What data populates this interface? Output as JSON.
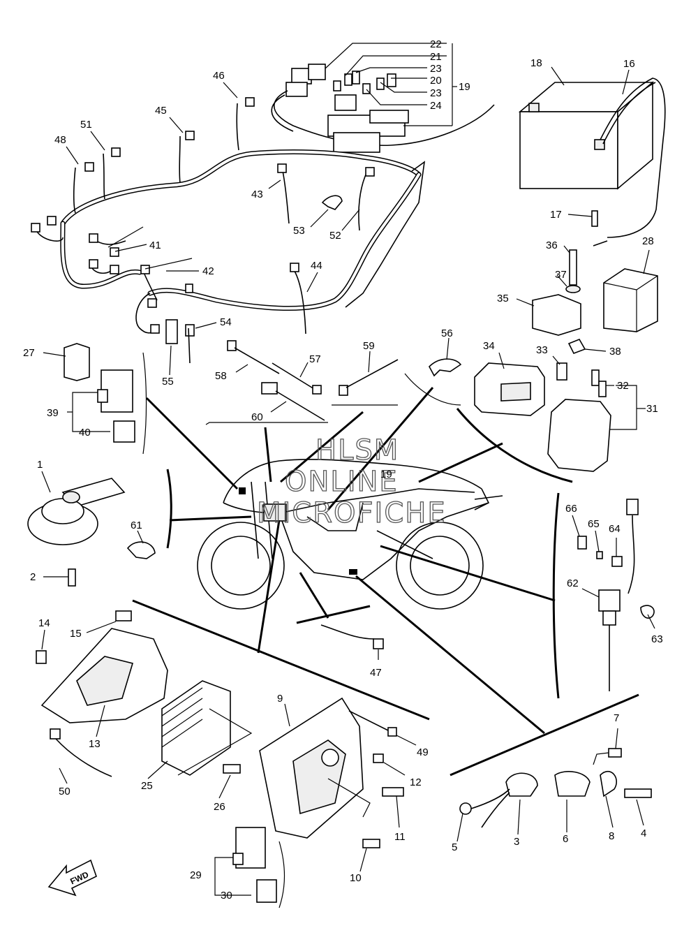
{
  "watermark": {
    "line1": "HLSM",
    "line2": "ONLINE",
    "line3": "MICROFICHE"
  },
  "fwd_label": "FWD",
  "callouts": [
    {
      "id": "c22",
      "text": "22"
    },
    {
      "id": "c21",
      "text": "21"
    },
    {
      "id": "c23a",
      "text": "23"
    },
    {
      "id": "c20",
      "text": "20"
    },
    {
      "id": "c19a",
      "text": "19"
    },
    {
      "id": "c23b",
      "text": "23"
    },
    {
      "id": "c24",
      "text": "24"
    },
    {
      "id": "c18",
      "text": "18"
    },
    {
      "id": "c16",
      "text": "16"
    },
    {
      "id": "c46",
      "text": "46"
    },
    {
      "id": "c45",
      "text": "45"
    },
    {
      "id": "c51",
      "text": "51"
    },
    {
      "id": "c48",
      "text": "48"
    },
    {
      "id": "c43",
      "text": "43"
    },
    {
      "id": "c53",
      "text": "53"
    },
    {
      "id": "c52",
      "text": "52"
    },
    {
      "id": "c41",
      "text": "41"
    },
    {
      "id": "c42",
      "text": "42"
    },
    {
      "id": "c44",
      "text": "44"
    },
    {
      "id": "c17",
      "text": "17"
    },
    {
      "id": "c28",
      "text": "28"
    },
    {
      "id": "c36",
      "text": "36"
    },
    {
      "id": "c37",
      "text": "37"
    },
    {
      "id": "c35",
      "text": "35"
    },
    {
      "id": "c54",
      "text": "54"
    },
    {
      "id": "c55",
      "text": "55"
    },
    {
      "id": "c38",
      "text": "38"
    },
    {
      "id": "c27",
      "text": "27"
    },
    {
      "id": "c57",
      "text": "57"
    },
    {
      "id": "c58",
      "text": "58"
    },
    {
      "id": "c59",
      "text": "59"
    },
    {
      "id": "c56",
      "text": "56"
    },
    {
      "id": "c34",
      "text": "34"
    },
    {
      "id": "c33",
      "text": "33"
    },
    {
      "id": "c32",
      "text": "32"
    },
    {
      "id": "c31",
      "text": "31"
    },
    {
      "id": "c39",
      "text": "39"
    },
    {
      "id": "c40",
      "text": "40"
    },
    {
      "id": "c60",
      "text": "60"
    },
    {
      "id": "c1",
      "text": "1"
    },
    {
      "id": "c19b",
      "text": "19"
    },
    {
      "id": "c66",
      "text": "66"
    },
    {
      "id": "c65",
      "text": "65"
    },
    {
      "id": "c64",
      "text": "64"
    },
    {
      "id": "c61",
      "text": "61"
    },
    {
      "id": "c2",
      "text": "2"
    },
    {
      "id": "c62",
      "text": "62"
    },
    {
      "id": "c63",
      "text": "63"
    },
    {
      "id": "c14",
      "text": "14"
    },
    {
      "id": "c15",
      "text": "15"
    },
    {
      "id": "c47",
      "text": "47"
    },
    {
      "id": "c13",
      "text": "13"
    },
    {
      "id": "c9",
      "text": "9"
    },
    {
      "id": "c49",
      "text": "49"
    },
    {
      "id": "c7",
      "text": "7"
    },
    {
      "id": "c12",
      "text": "12"
    },
    {
      "id": "c25",
      "text": "25"
    },
    {
      "id": "c50",
      "text": "50"
    },
    {
      "id": "c26",
      "text": "26"
    },
    {
      "id": "c11",
      "text": "11"
    },
    {
      "id": "c5",
      "text": "5"
    },
    {
      "id": "c3",
      "text": "3"
    },
    {
      "id": "c6",
      "text": "6"
    },
    {
      "id": "c8",
      "text": "8"
    },
    {
      "id": "c4",
      "text": "4"
    },
    {
      "id": "c29",
      "text": "29"
    },
    {
      "id": "c10",
      "text": "10"
    },
    {
      "id": "c30",
      "text": "30"
    }
  ]
}
